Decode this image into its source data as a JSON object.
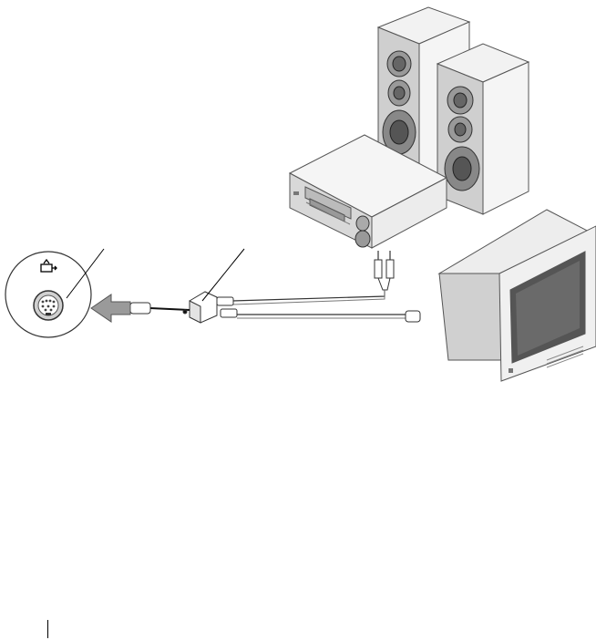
{
  "figure": {
    "components": [
      {
        "name": "tv-out-connector-callout",
        "label": ""
      },
      {
        "name": "adapter-cable-callout",
        "label": ""
      },
      {
        "name": "stereo-receiver",
        "label": ""
      },
      {
        "name": "speaker-left",
        "label": ""
      },
      {
        "name": "speaker-right",
        "label": ""
      },
      {
        "name": "television",
        "label": ""
      }
    ],
    "icons": [
      "tv-out-icon",
      "s-video-connector-icon",
      "insertion-arrow-icon"
    ]
  }
}
